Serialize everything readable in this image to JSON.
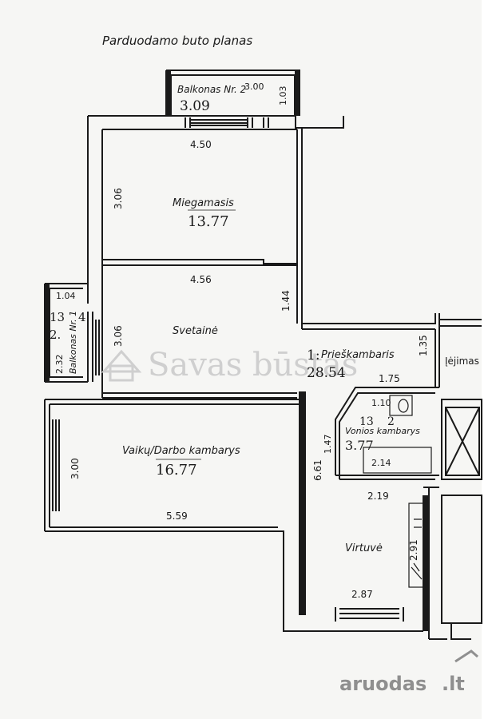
{
  "title": "Parduodamo buto planas",
  "rooms": {
    "balcony2": {
      "name": "Balkonas Nr. 2",
      "area": "3.09",
      "dim_top": "3.00",
      "dim_side": "1.03"
    },
    "bedroom": {
      "name": "Miegamasis",
      "area": "13.77",
      "dim_width": "4.50",
      "dim_height": "3.06"
    },
    "living": {
      "name": "Svetainė",
      "area": "",
      "dim_width": "4.56",
      "dim_height": "3.06",
      "dim_side": "1.44"
    },
    "balcony1": {
      "name": "Balkonas Nr. 1",
      "dim_top": "1.04",
      "dim_side": "2.32",
      "frag_a": "13",
      "frag_b": "2.",
      "frag_c": "4"
    },
    "hall": {
      "name": "Prieškambaris",
      "area": "28.54",
      "frag": "1:",
      "dim_width": "1.75",
      "dim_height": "1.35"
    },
    "entrance": {
      "name": "Įėjimas"
    },
    "bath": {
      "name": "Vonios kambarys",
      "area": "3.77",
      "dim_top": "1.10",
      "dim_side": "1.47",
      "dim_tub": "2.14",
      "frag": "13",
      "frag_b": "2"
    },
    "kids": {
      "name": "Vaikų/Darbo kambarys",
      "area": "16.77",
      "dim_width": "5.59",
      "dim_height": "3.00"
    },
    "kitchen": {
      "name": "Virtuvė",
      "dim_top": "2.19",
      "dim_side": "2.91",
      "dim_width": "2.87",
      "dim_height": "6.61"
    }
  },
  "watermarks": {
    "savas": "Savas būstas",
    "brand_main": "aruodas",
    "brand_tld": ".lt"
  },
  "colors": {
    "wall": "#1a1a1a",
    "background": "#f6f6f4",
    "watermark": "#cfcfcf",
    "brand": "#8f8f8f"
  }
}
